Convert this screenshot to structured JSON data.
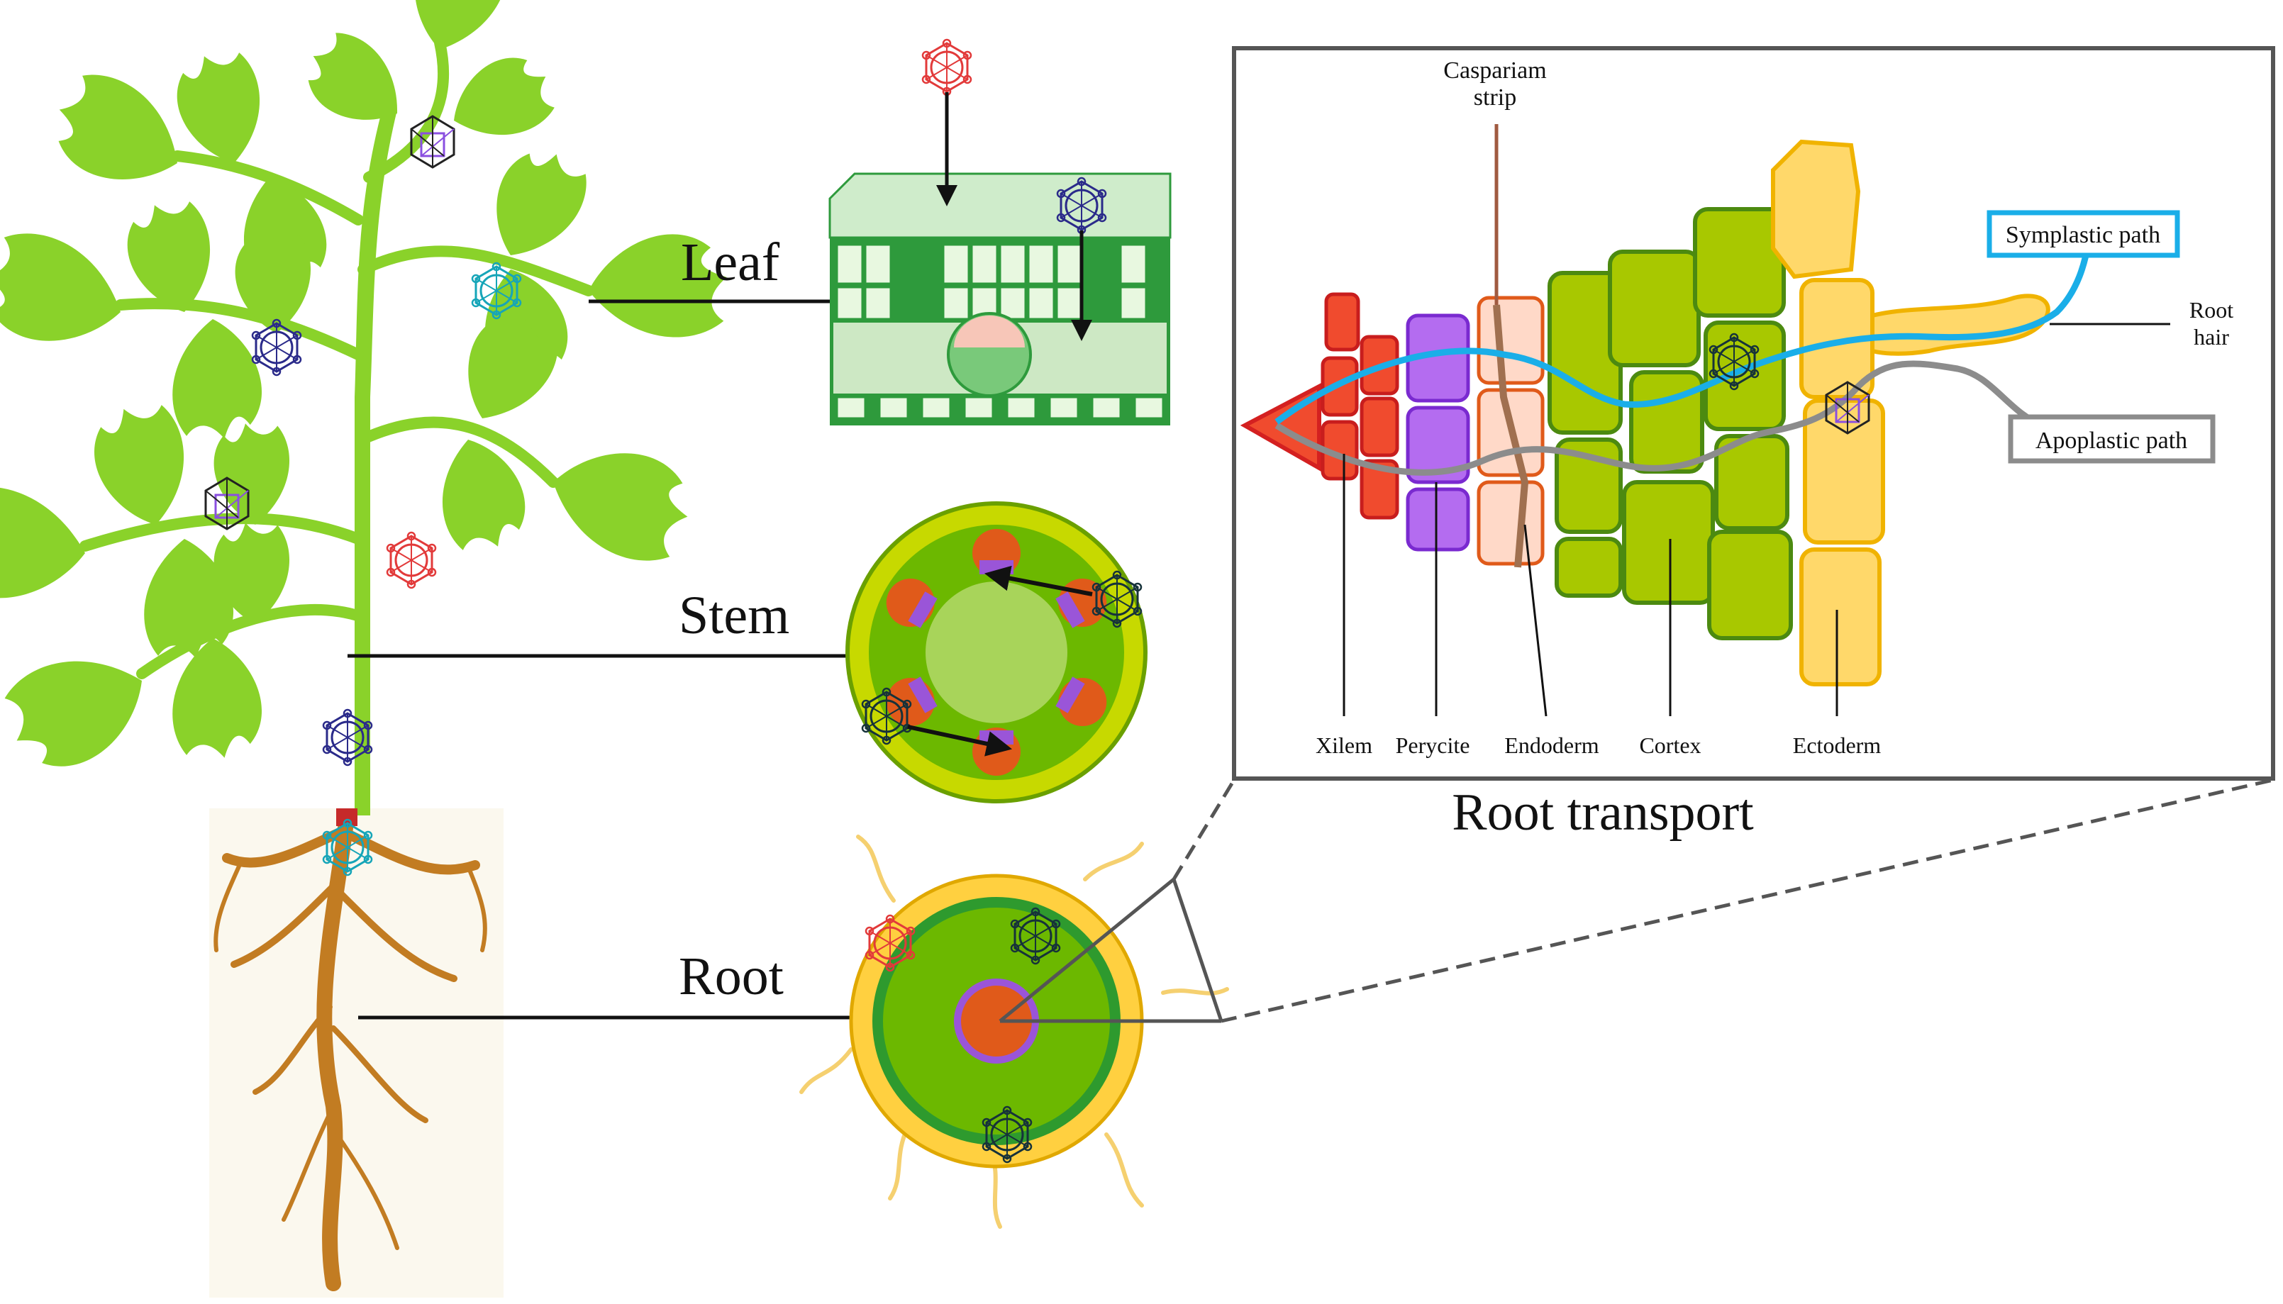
{
  "organ_labels": {
    "leaf": "Leaf",
    "stem": "Stem",
    "root": "Root"
  },
  "root_transport": {
    "title": "Root transport",
    "casparian_line1": "Caspariam",
    "casparian_line2": "strip",
    "root_hair_line1": "Root",
    "root_hair_line2": "hair",
    "symplastic": "Symplastic path",
    "apoplastic": "Apoplastic path",
    "tissues": {
      "xilem": "Xilem",
      "perycite": "Perycite",
      "endoderm": "Endoderm",
      "cortex": "Cortex",
      "ectoderm": "Ectoderm"
    }
  },
  "colors": {
    "plant_green": "#8ad22a",
    "root_brown": "#c27c22",
    "cortex_green": "#a8c800",
    "xylem_red": "#f04b2e",
    "pericycle_purple": "#b46cf0",
    "endoderm_peach": "#ffd9c8",
    "ectoderm_yellow": "#ffd86a",
    "symplastic_blue": "#1aaee8",
    "apoplastic_gray": "#8c8c8c"
  }
}
